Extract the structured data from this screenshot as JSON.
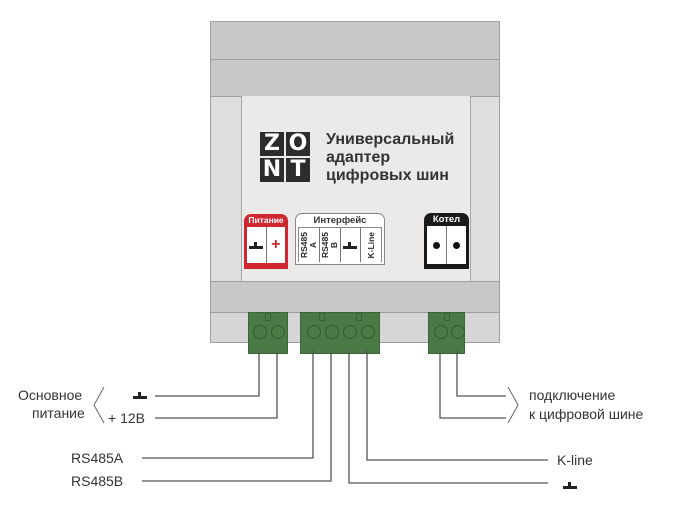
{
  "device": {
    "logo_letters": [
      "Z",
      "O",
      "N",
      "T"
    ],
    "title_lines": [
      "Универсальный",
      "адаптер",
      "цифровых шин"
    ],
    "colors": {
      "power": "#d0262e",
      "interface": "#ffffff",
      "boiler": "#1a1a1a",
      "terminal": "#4a7a46",
      "body": "#c8c8c8"
    }
  },
  "panels": {
    "power": {
      "label": "Питание",
      "cells": [
        "ground-symbol",
        "+"
      ]
    },
    "interface": {
      "label": "Интерфейс",
      "cells": [
        "RS485 A",
        "RS485 B",
        "ground-symbol",
        "K-Line"
      ]
    },
    "boiler": {
      "label": "Котел",
      "cells": [
        "contact",
        "contact"
      ]
    }
  },
  "labels": {
    "main_power_line1": "Основное",
    "main_power_line2": "питание",
    "plus_12v": "+ 12В",
    "rs485a": "RS485A",
    "rs485b": "RS485B",
    "bus_line1": "подключение",
    "bus_line2": "к цифровой шине",
    "kline": "K-line"
  },
  "interface_cells": {
    "rs485a_top": "RS485",
    "rs485a_bottom": "A",
    "rs485b_top": "RS485",
    "rs485b_bottom": "B",
    "kline": "K-Line"
  }
}
